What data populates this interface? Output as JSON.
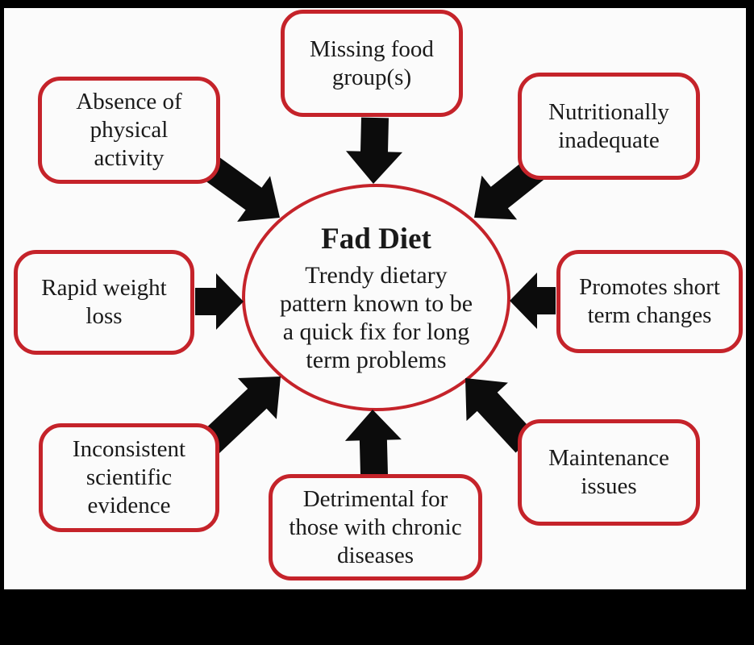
{
  "title": "Fad Diet diagram",
  "center": {
    "title": "Fad Diet",
    "description": "Trendy dietary\npattern known to be\na quick fix for long\nterm problems"
  },
  "nodes": [
    {
      "id": "missing-food-groups",
      "label": "Missing food\ngroup(s)"
    },
    {
      "id": "absence-of-physical-activity",
      "label": "Absence of\nphysical\nactivity"
    },
    {
      "id": "nutritionally-inadequate",
      "label": "Nutritionally\ninadequate"
    },
    {
      "id": "rapid-weight-loss",
      "label": "Rapid weight\nloss"
    },
    {
      "id": "promotes-short-term-changes",
      "label": "Promotes short\nterm changes"
    },
    {
      "id": "inconsistent-scientific-evidence",
      "label": "Inconsistent\nscientific\nevidence"
    },
    {
      "id": "detrimental-for-those-with-chronic-diseases",
      "label": "Detrimental for\nthose with chronic\ndiseases"
    },
    {
      "id": "maintenance-issues",
      "label": "Maintenance\nissues"
    }
  ],
  "edges": [
    {
      "from": "missing-food-groups",
      "to": "center"
    },
    {
      "from": "absence-of-physical-activity",
      "to": "center"
    },
    {
      "from": "nutritionally-inadequate",
      "to": "center"
    },
    {
      "from": "rapid-weight-loss",
      "to": "center"
    },
    {
      "from": "promotes-short-term-changes",
      "to": "center"
    },
    {
      "from": "inconsistent-scientific-evidence",
      "to": "center"
    },
    {
      "from": "detrimental-for-those-with-chronic-diseases",
      "to": "center"
    },
    {
      "from": "maintenance-issues",
      "to": "center"
    }
  ],
  "colors": {
    "box_border": "#c5232a",
    "arrow": "#0c0c0c",
    "background": "#fbfbfb",
    "frame": "#000000",
    "text": "#1a1a1a"
  }
}
